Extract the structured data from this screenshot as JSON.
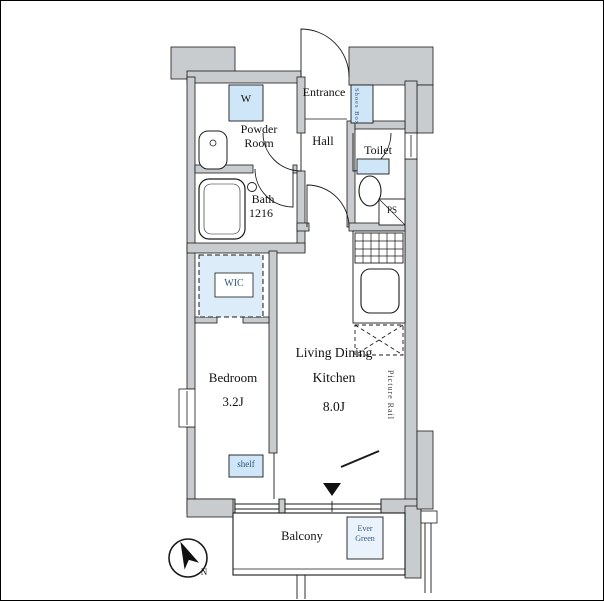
{
  "colors": {
    "wall_gray": "#c9ccce",
    "fixture_blue": "#cfe6f8",
    "wic_blue": "#dcecf9",
    "label_navy": "#33557f",
    "line_black": "#1a1a1a"
  },
  "labels": {
    "entrance": "Entrance",
    "hall": "Hall",
    "powder_line1": "Powder",
    "powder_line2": "Room",
    "toilet": "Toilet",
    "bath_line1": "Bath",
    "bath_line2": "1216",
    "ps": "PS",
    "washer": "W",
    "shoes_box": "Shoes Box",
    "wic": "WIC",
    "shelf": "shelf",
    "bedroom_name": "Bedroom",
    "bedroom_size": "3.2J",
    "ldk_line1": "Living Dining",
    "ldk_line2": "Kitchen",
    "ldk_size": "8.0J",
    "picture_rail": "Picture Rail",
    "balcony": "Balcony",
    "planting_line1": "Ever",
    "planting_line2": "Green",
    "compass_north": "N"
  }
}
